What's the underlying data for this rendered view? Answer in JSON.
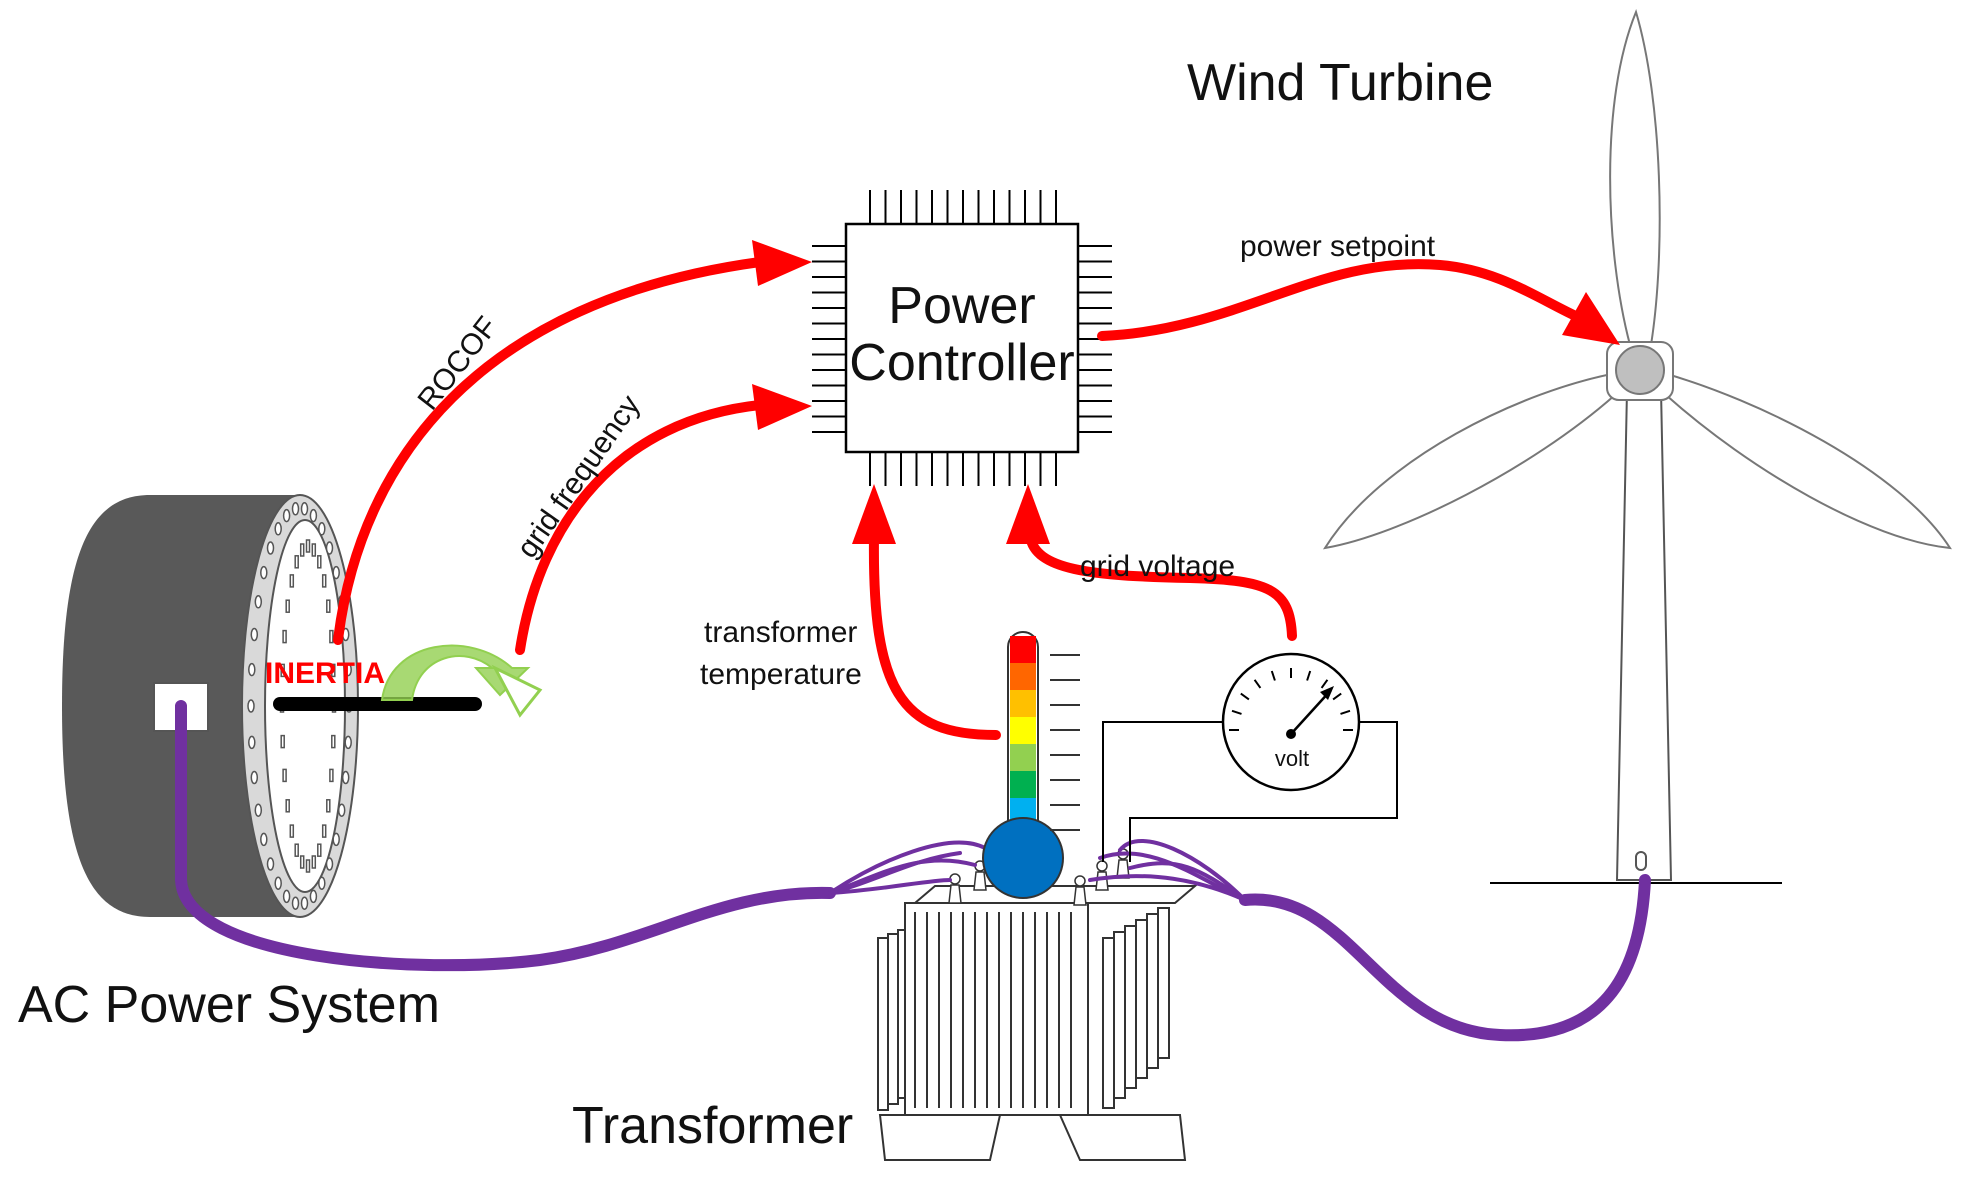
{
  "labels": {
    "wind_turbine": "Wind Turbine",
    "power_controller_line1": "Power",
    "power_controller_line2": "Controller",
    "power_setpoint": "power setpoint",
    "rocof": "ROCOF",
    "grid_frequency": "grid frequency",
    "grid_voltage": "grid voltage",
    "transformer_temperature_line1": "transformer",
    "transformer_temperature_line2": "temperature",
    "inertia": "INERTIA",
    "volt": "volt",
    "ac_power_system": "AC Power System",
    "transformer": "Transformer"
  },
  "colors": {
    "signal_arrow": "#ff0000",
    "power_cable": "#7030a0",
    "inertia_text": "#ff0000",
    "generator_body": "#595959",
    "generator_face": "#d9d9d9",
    "inertia_arrow": "#92d050",
    "thermo_bulb": "#0070c0",
    "thermo_bands": [
      "#ff0000",
      "#ff6600",
      "#ffc000",
      "#ffff00",
      "#92d050",
      "#00b050",
      "#00b0f0"
    ],
    "turbine_hub": "#bfbfbf"
  },
  "icons": {
    "controller": "microchip-icon",
    "generator": "generator-disc-icon",
    "thermometer": "thermometer-icon",
    "voltmeter": "voltmeter-gauge-icon",
    "transformer": "transformer-icon",
    "turbine": "wind-turbine-icon"
  }
}
